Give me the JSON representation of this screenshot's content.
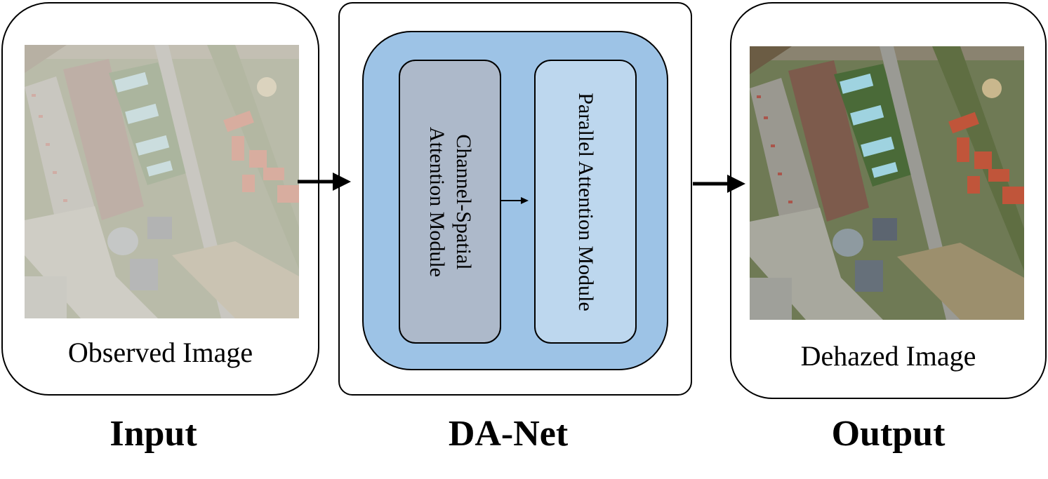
{
  "input": {
    "caption": "Observed Image",
    "label": "Input"
  },
  "danet": {
    "label": "DA-Net",
    "modules": [
      {
        "line1": "Channel-Spatial",
        "line2": "Attention Module"
      },
      {
        "line1": "Parallel Attention Module"
      }
    ]
  },
  "output": {
    "caption": "Dehazed Image",
    "label": "Output"
  },
  "colors": {
    "outer_container": "#9dc3e6",
    "channel_spatial_module": "#adb9ca",
    "parallel_attention_module": "#bdd7ee",
    "haze_overlay": "#e6e4dd"
  }
}
